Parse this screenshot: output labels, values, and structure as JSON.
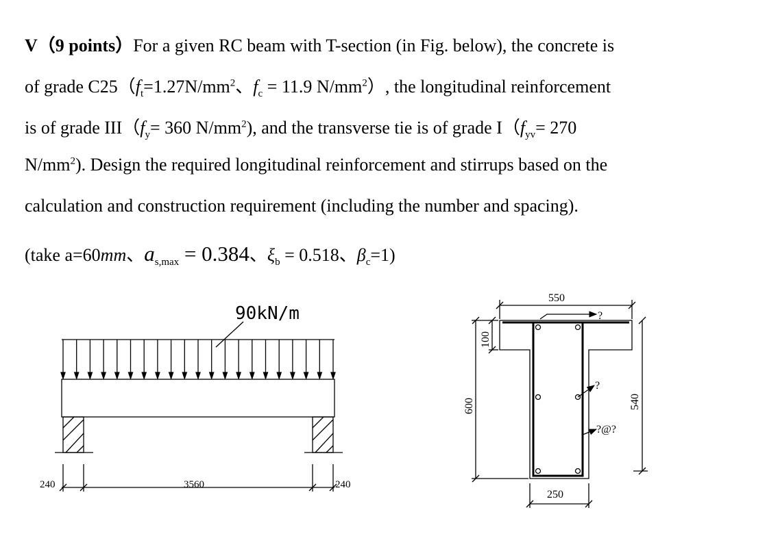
{
  "problem": {
    "l1": {
      "label": "V",
      "points": "（9 points）",
      "text": "For a given RC beam with T-section (in Fig. below), the concrete is"
    },
    "l2": {
      "a": "of grade C25（",
      "ft": "f",
      "ft_sub": "t",
      "b": "=1.27N/mm",
      "sq1": "2",
      "c": "、",
      "fc": "f",
      "fc_sub": "c",
      "d": " = 11.9 N/mm",
      "sq2": "2",
      "e": "）, the longitudinal reinforcement"
    },
    "l3": {
      "a": "is of grade III（",
      "fy": "f",
      "fy_sub": "y",
      "b": "= 360 N/mm",
      "sq1": "2",
      "c": "), and the transverse tie is of grade I（",
      "fyv": "f",
      "fyv_sub": "yv",
      "d": "= 270"
    },
    "l4": {
      "a": "N/mm",
      "sq": "2",
      "b": "). Design the required longitudinal reinforcement and stirrups based on the"
    },
    "l5": {
      "text": "calculation and construction requirement (including the number and spacing)."
    },
    "l6": {
      "a": "(take a=60",
      "mm": "mm",
      "b": "、",
      "alpha": "a",
      "alpha_sub": "s,max",
      "c": " = 0.384",
      "d": "、",
      "xi": "ξ",
      "xi_sub": "b",
      "e": " = 0.518",
      "f": "、",
      "beta": "β",
      "beta_sub": "c",
      "g": "=1)"
    }
  },
  "beam_figure": {
    "load_label": "90kN/m",
    "dim_left_support": "240",
    "dim_span": "3560",
    "dim_right_support": "240"
  },
  "section_figure": {
    "flange_width": "550",
    "flange_thickness": "100",
    "total_height": "600",
    "web_width": "250",
    "effective_depth": "540",
    "label_top_bars": "?",
    "label_bottom_bars": "?",
    "label_stirrups": "?@?"
  }
}
